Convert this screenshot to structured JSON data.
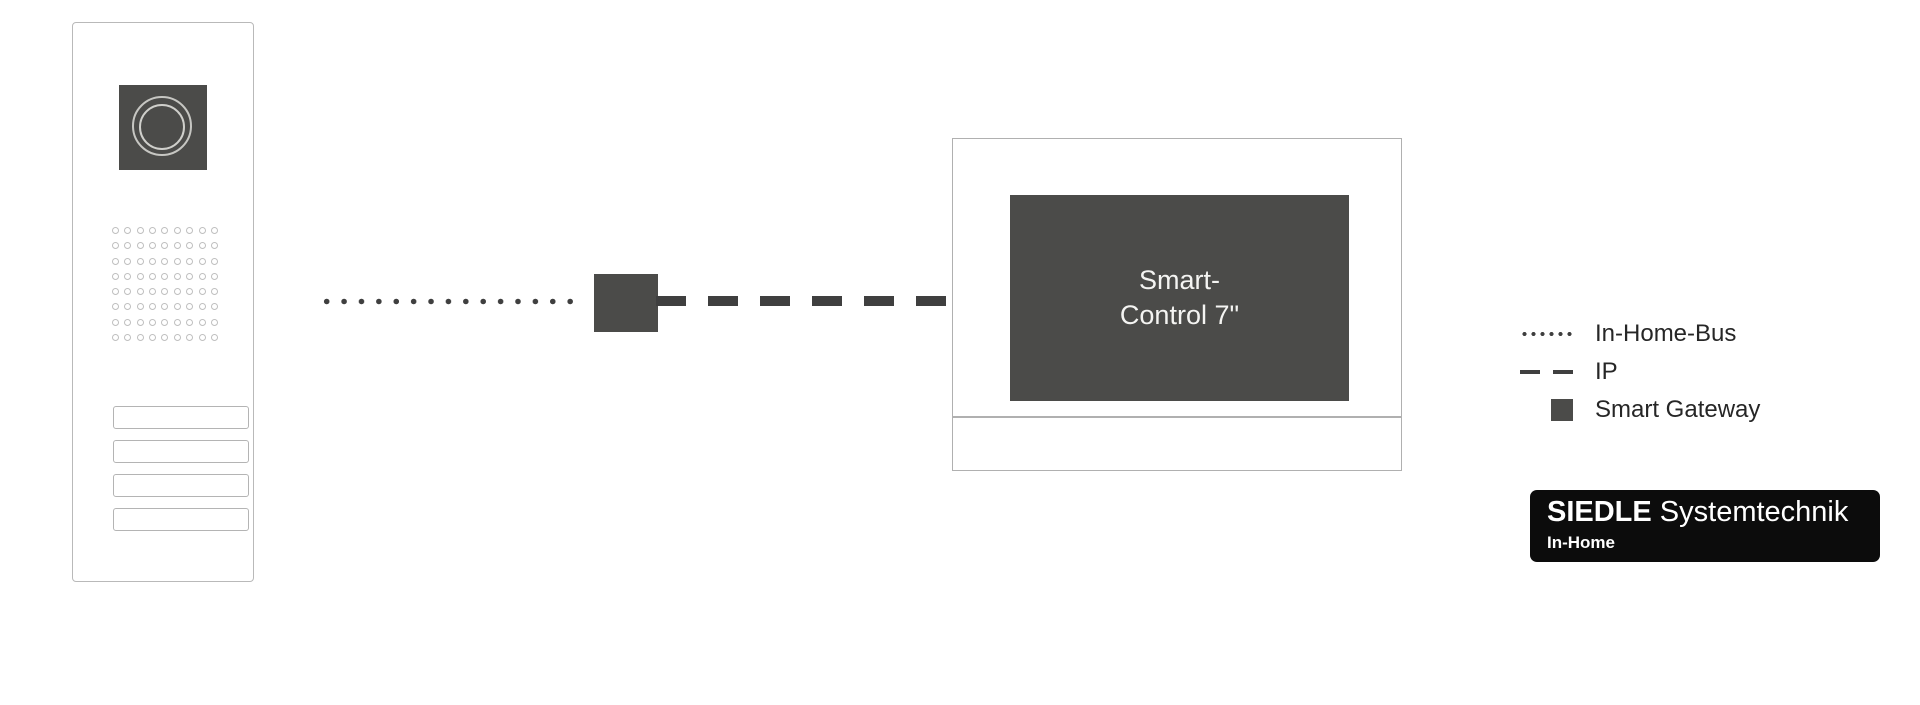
{
  "diagram": {
    "title": "Siedle In-Home system topology",
    "background_color": "#ffffff"
  },
  "door_station": {
    "name": "Door station",
    "camera": {
      "icon": "camera-lens-icon",
      "color": "#4b4b49"
    },
    "speaker_grille": {
      "icon": "speaker-grille-icon",
      "rows": 8,
      "columns": 9,
      "hole_color": "#bfbfbf"
    },
    "nameplates": [
      {
        "label": ""
      },
      {
        "label": ""
      },
      {
        "label": ""
      },
      {
        "label": ""
      }
    ],
    "frame_color": "#b9b9b9"
  },
  "connections": {
    "bus": {
      "name": "In-Home-Bus",
      "style": "dotted",
      "color": "#3f3f3f"
    },
    "ip": {
      "name": "IP",
      "style": "dashed",
      "color": "#3f3f3f"
    }
  },
  "gateway": {
    "name": "Smart Gateway",
    "color": "#4b4b49"
  },
  "monitor": {
    "name": "Smart-Control monitor",
    "screen_label": "Smart-\nControl 7\"",
    "screen_color": "#4b4b49",
    "frame_color": "#b0b0b0"
  },
  "legend": {
    "items": [
      {
        "marker": "dotted-line-icon",
        "label": "In-Home-Bus"
      },
      {
        "marker": "dashed-line-icon",
        "label": "IP"
      },
      {
        "marker": "filled-square-icon",
        "label": "Smart Gateway"
      }
    ]
  },
  "brand": {
    "name_bold": "SIEDLE",
    "name_regular": " Systemtechnik",
    "subtitle": "In-Home",
    "background_color": "#0c0c0c",
    "text_color": "#ffffff"
  }
}
